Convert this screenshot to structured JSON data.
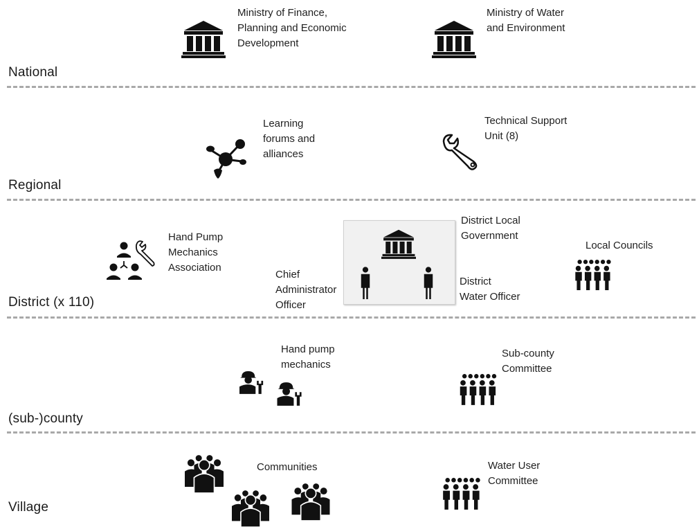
{
  "levels": {
    "national": "National",
    "regional": "Regional",
    "district": "District (x 110)",
    "subcounty": "(sub-)county",
    "village": "Village"
  },
  "nodes": {
    "ministry_finance": "Ministry of Finance,\nPlanning and Economic\nDevelopment",
    "ministry_water": "Ministry of Water\nand Environment",
    "learning_forums": "Learning\nforums and\nalliances",
    "technical_support": "Technical Support\nUnit (8)",
    "hpma": "Hand Pump\nMechanics\nAssociation",
    "district_local_government": "District Local\nGovernment",
    "chief_administrator": "Chief\nAdministrator\nOfficer",
    "district_water_officer": "District\nWater Officer",
    "local_councils": "Local Councils",
    "hand_pump_mechanics": "Hand pump\nmechanics",
    "subcounty_committee": "Sub-county\nCommittee",
    "communities": "Communities",
    "water_user_committee": "Water User\nCommittee"
  },
  "colors": {
    "icon": "#111111",
    "separator": "#a9a9a9",
    "box": "#f1f1f1"
  }
}
